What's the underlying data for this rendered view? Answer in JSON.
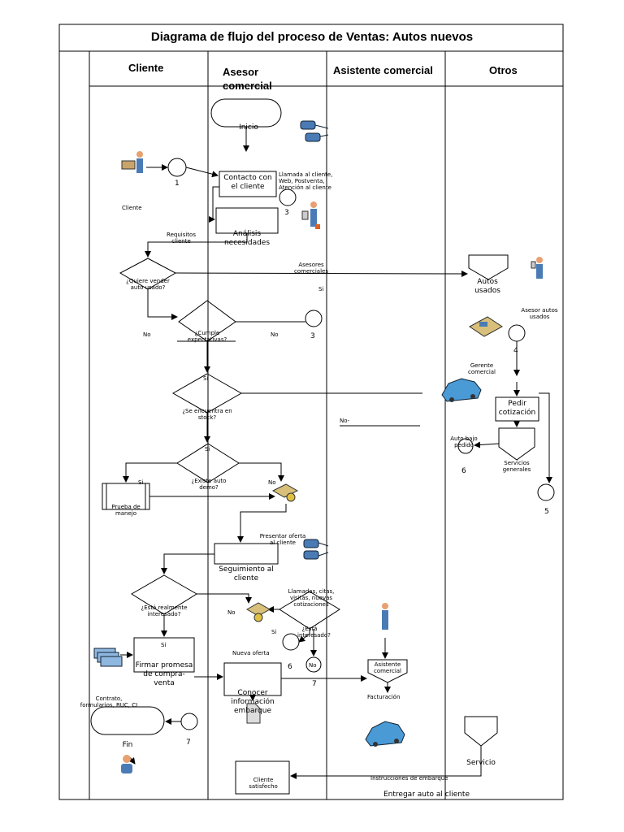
{
  "title": "Diagrama de flujo del proceso de Ventas: Autos nuevos",
  "lanes": [
    "Cliente",
    "Asesor comercial",
    "Asistente comercial",
    "Otros"
  ],
  "labels": {
    "inicio": "Inicio",
    "contacto": "Contacto con el cliente",
    "llamada": "Llamada al cliente,\nWeb, Postventa,\nAtención al cliente",
    "cliente1": "Cliente",
    "analisis": "Análisis necesidades",
    "requisitos": "Requisitos cliente",
    "quiere_vender": "¿Quiere vender auto usado?",
    "asesores_comerciales": "Asesores comerciales",
    "autos_usados": "Autos usados",
    "si1": "Si",
    "cumple": "¿Cumple expectativas?",
    "no1": "No",
    "no2": "No",
    "n3a": "3",
    "n3b": "3",
    "asesor_autos_usados": "Asesor autos usados",
    "n4": "4",
    "gerente": "Gerente comercial",
    "si2": "Si",
    "en_stock": "¿Se encuentra en stock?",
    "no3": "No-",
    "pedir": "Pedir cotización",
    "auto_bajo_pedido": "Auto bajo pedido",
    "servicios_generales": "Servicios generales",
    "n6a": "6",
    "si3": "Si",
    "existe_demo": "¿Existe auto demo?",
    "si4": "Si",
    "no4": "No",
    "prueba": "Prueba de manejo",
    "n5": "5",
    "presentar": "Presentar oferta al cliente",
    "seguimiento": "Seguimiento al cliente",
    "llamadas": "Llamadas, citas, visitas, nuevas cotizaciones",
    "interesado1": "¿Está realmente interesado?",
    "no5": "No",
    "interesado2": "¿Está interesado?",
    "si5": "Si",
    "nueva_oferta": "Nueva oferta",
    "no6": "No",
    "si6": "Si",
    "firmar": "Firmar promesa de compra-venta",
    "n6b": "6",
    "conocer": "Conocer información embarque",
    "n7a": "7",
    "asistente_comercial": "Asistente comercial",
    "facturacion": "Facturación",
    "contrato": "Contrato, formularios, RUC, CI",
    "fin": "Fin",
    "n7b": "7",
    "n1": "1",
    "servicio": "Servicio",
    "instrucciones": "Instrucciones de embarque",
    "cliente_satisfecho": "Cliente satisfecho",
    "entregar": "Entregar auto al cliente"
  }
}
